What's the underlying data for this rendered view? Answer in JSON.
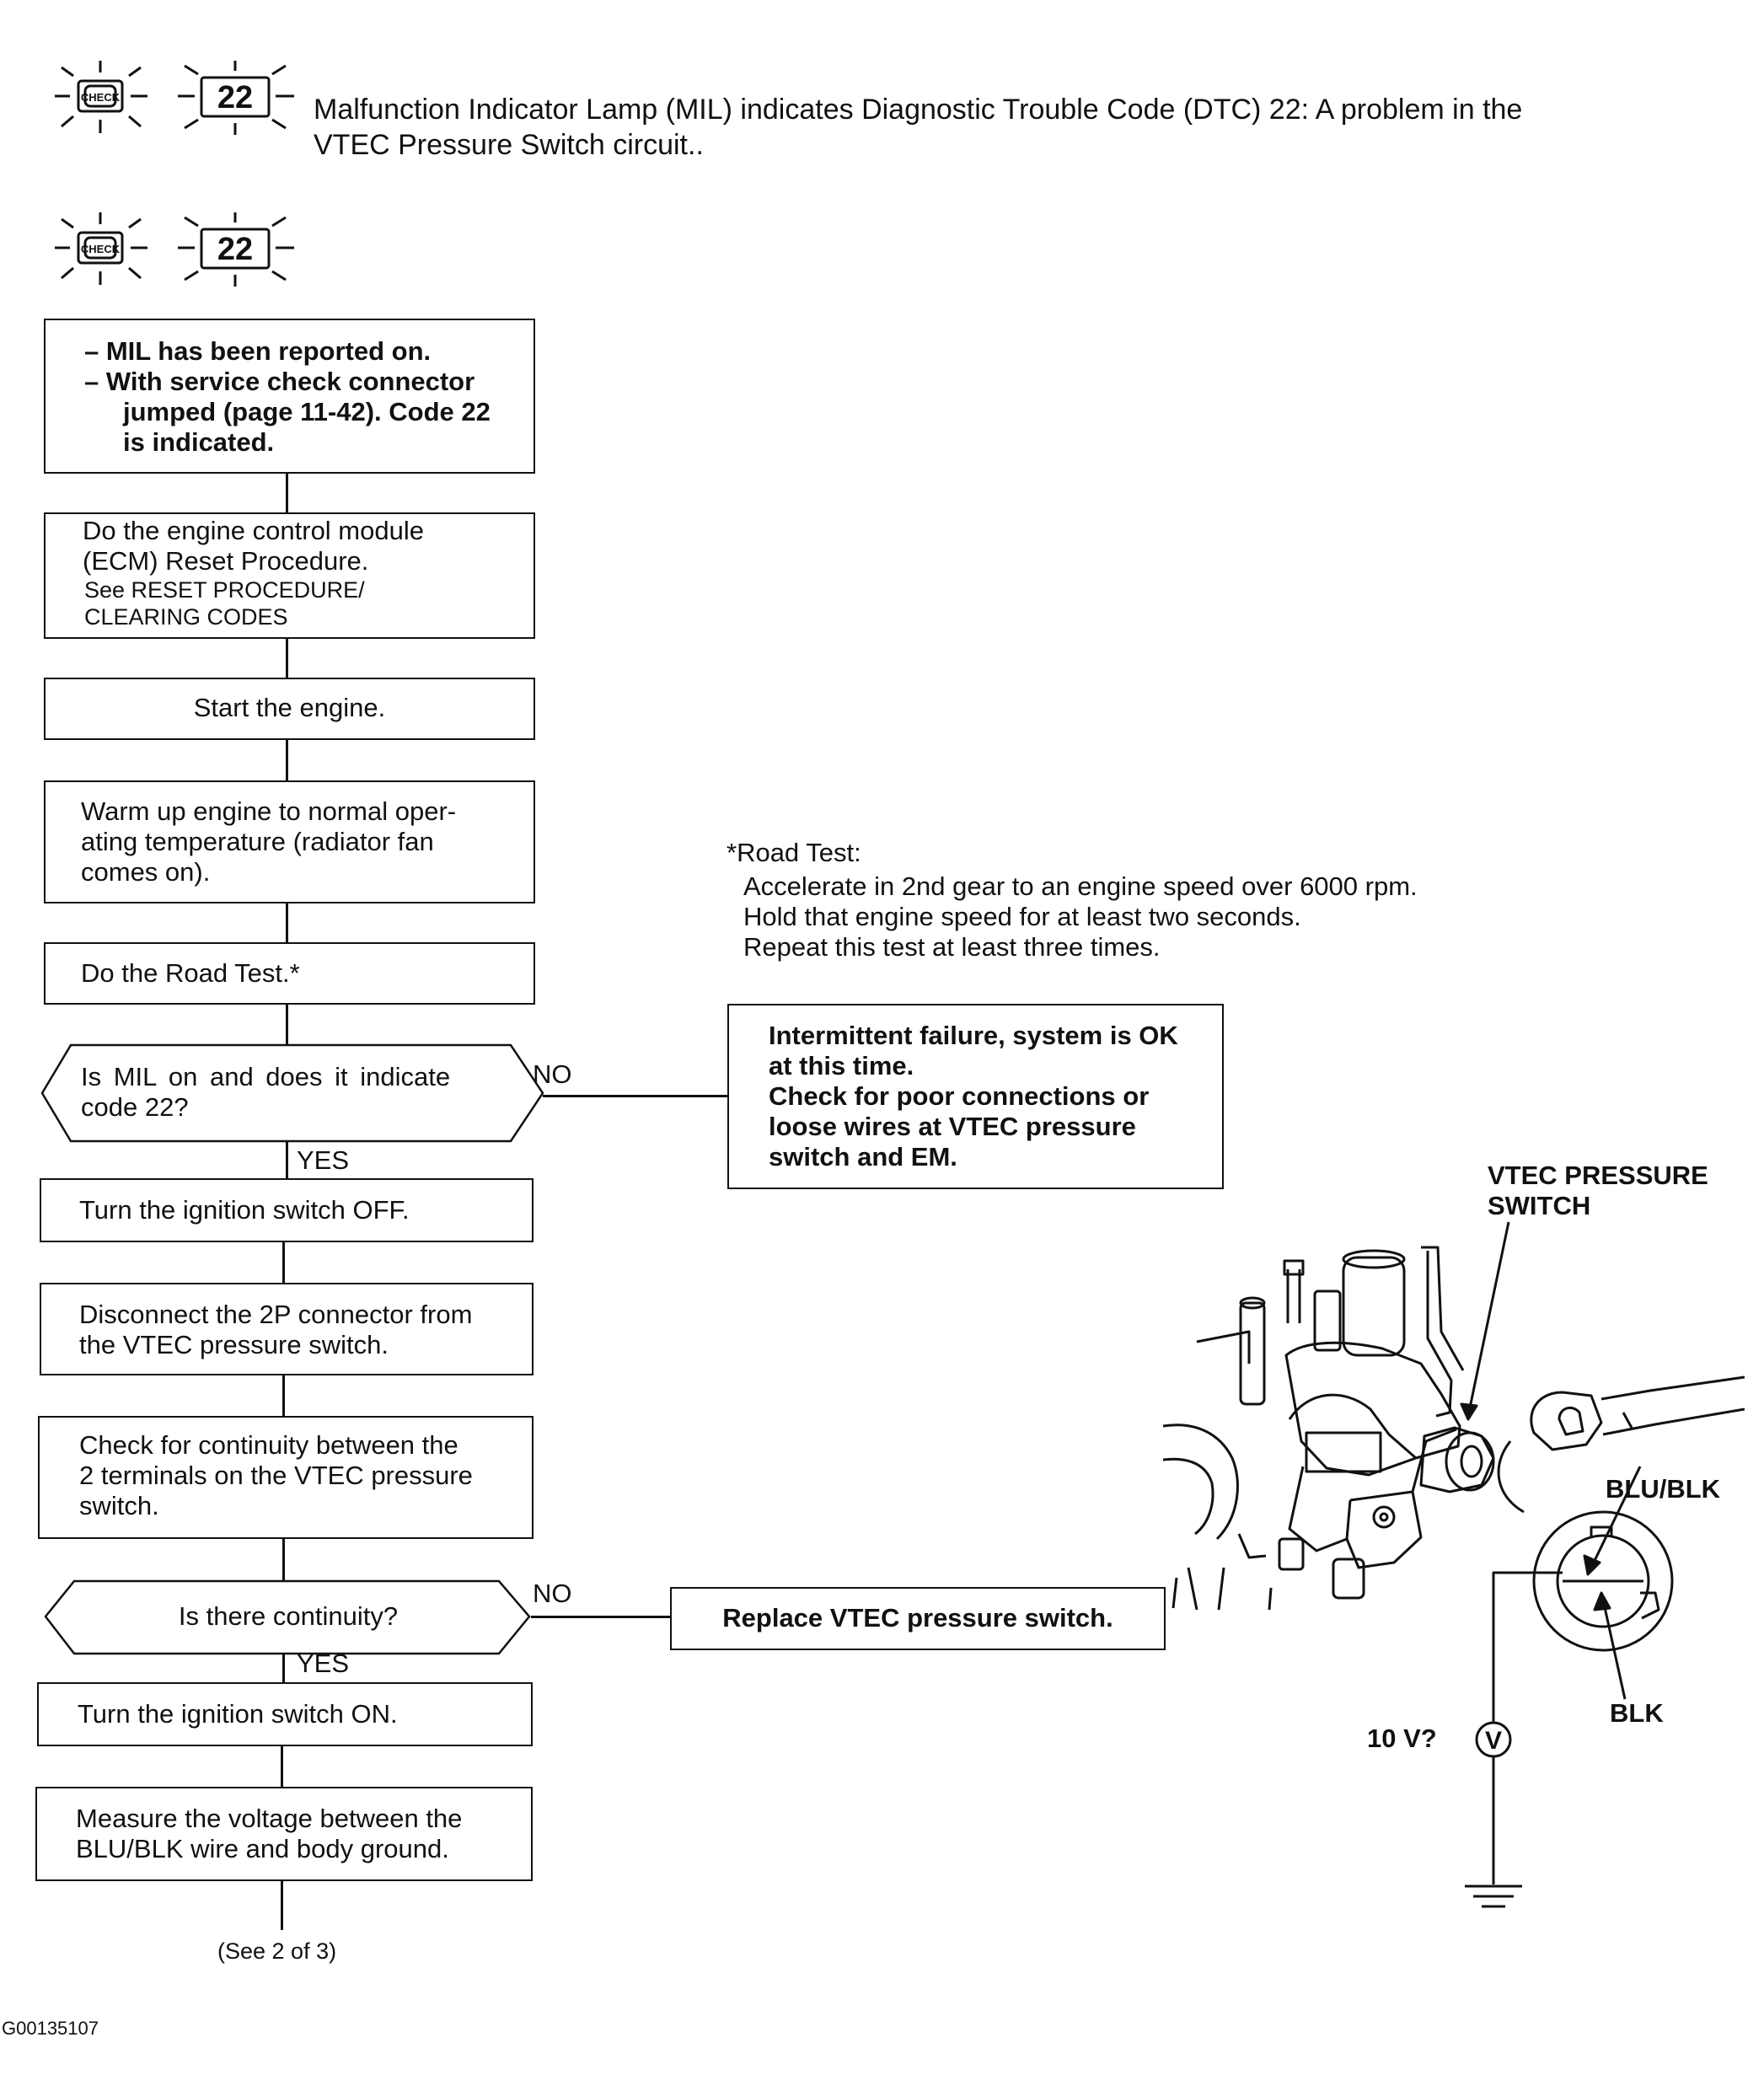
{
  "header": {
    "code_badge": "22",
    "description_line1": "Malfunction Indicator Lamp (MIL) indicates Diagnostic Trouble Code (DTC) 22:  A problem in the",
    "description_line2": "VTEC Pressure Switch circuit.."
  },
  "steps": {
    "start_line1": "–  MIL has been reported on.",
    "start_line2": "–  With service check connector",
    "start_line3": "jumped (page 11-42). Code 22",
    "start_line4": "is indicated.",
    "ecm_line1": "Do the engine control module",
    "ecm_line2": "(ECM)  Reset  Procedure.",
    "ecm_line3": "See RESET PROCEDURE/",
    "ecm_line4": "CLEARING CODES",
    "start_engine": "Start the engine.",
    "warm_line1": "Warm up engine to normal oper-",
    "warm_line2": "ating temperature (radiator fan",
    "warm_line3": "comes on).",
    "road_test": "Do the Road Test.*",
    "q1_line1": "Is MIL on and does it indicate",
    "q1_line2": "code 22?",
    "ign_off": "Turn the ignition switch OFF.",
    "disc_line1": "Disconnect the 2P connector from",
    "disc_line2": "the VTEC pressure switch.",
    "cont_line1": "Check for continuity between the",
    "cont_line2": "2 terminals on the VTEC pressure",
    "cont_line3": "switch.",
    "q2": "Is there continuity?",
    "ign_on": "Turn the ignition switch ON.",
    "meas_line1": "Measure the voltage between the",
    "meas_line2": "BLU/BLK wire and body ground.",
    "see_next": "(See 2 of 3)"
  },
  "branches": {
    "no": "NO",
    "yes": "YES",
    "intermittent_line1": "Intermittent failure, system is OK",
    "intermittent_line2": "at this time.",
    "intermittent_line3": "Check for poor connections or",
    "intermittent_line4": "loose wires at VTEC pressure",
    "intermittent_line5": "switch and EM.",
    "replace": "Replace VTEC pressure switch."
  },
  "road_test_note": {
    "title": "*Road Test:",
    "line1": "Accelerate in 2nd gear to an engine speed over 6000 rpm.",
    "line2": "Hold that engine speed for at least two seconds.",
    "line3": "Repeat this test at least three times."
  },
  "illustration": {
    "part_label_line1": "VTEC PRESSURE",
    "part_label_line2": "SWITCH",
    "wire1": "BLU/BLK",
    "wire2": "BLK",
    "voltage": "10 V?",
    "meter": "V"
  },
  "figure_id": "G00135107",
  "colors": {
    "ink": "#111111",
    "paper": "#ffffff"
  }
}
